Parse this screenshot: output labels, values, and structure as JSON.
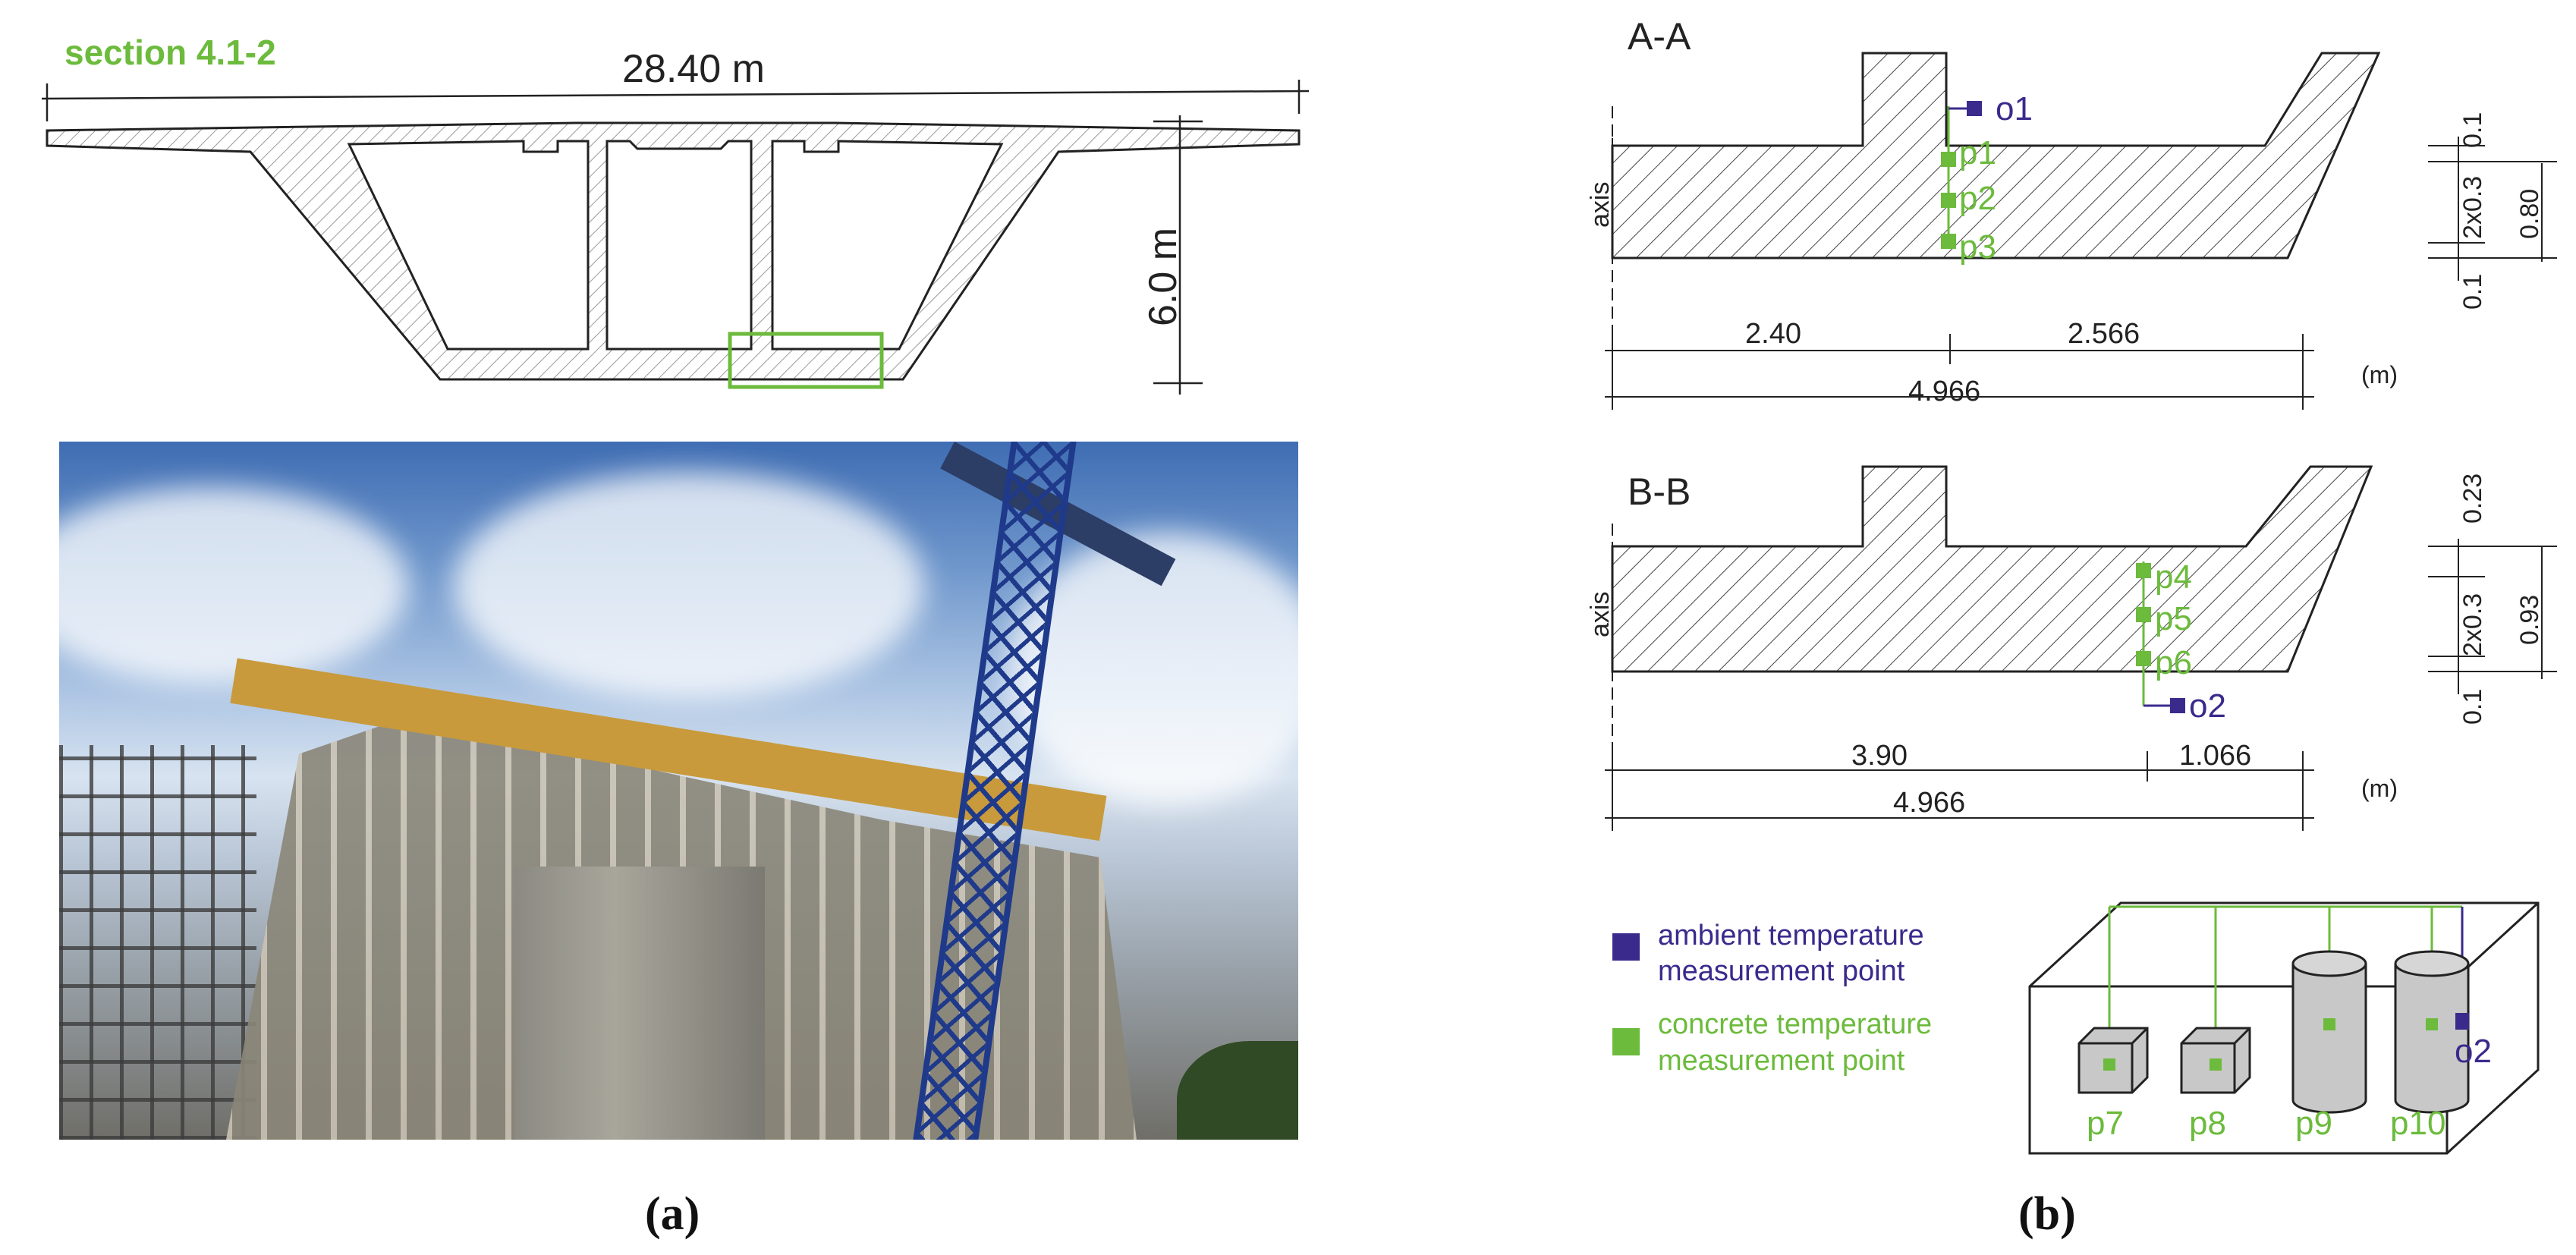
{
  "panel_a": {
    "section_label": "section 4.1-2",
    "width_label": "28.40 m",
    "height_label": "6.0 m",
    "caption": "(a)",
    "photo_alt": "construction photo"
  },
  "panel_b": {
    "caption": "(b)",
    "unit_label": "(m)",
    "section_aa": {
      "title": "A-A",
      "axis_label": "axis",
      "points": [
        "o1",
        "p1",
        "p2",
        "p3"
      ],
      "dims_right": [
        "0.1",
        "2x0.3",
        "0.80",
        "0.1"
      ],
      "dims_bottom": [
        "2.40",
        "2.566",
        "4.966"
      ]
    },
    "section_bb": {
      "title": "B-B",
      "axis_label": "axis",
      "points": [
        "p4",
        "p5",
        "p6",
        "o2"
      ],
      "dims_right": [
        "0.23",
        "2x0.3",
        "0.93",
        "0.1"
      ],
      "dims_bottom": [
        "3.90",
        "1.066",
        "4.966"
      ]
    },
    "legend": {
      "ambient": "ambient temperature\nmeasurement point",
      "ambient_line1": "ambient temperature",
      "ambient_line2": "measurement point",
      "concrete_line1": "concrete temperature",
      "concrete_line2": "measurement point"
    },
    "specimens": [
      "p7",
      "p8",
      "p9",
      "p10",
      "o2"
    ]
  },
  "colors": {
    "green": "#6cbb3c",
    "purple": "#3a2a8c",
    "line": "#222222"
  }
}
